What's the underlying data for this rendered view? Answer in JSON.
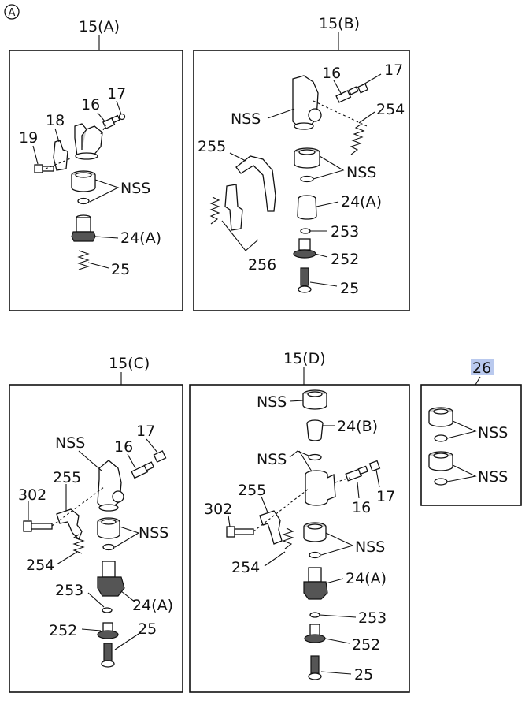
{
  "section_mark": "A",
  "highlight_color": "#b9c9ee",
  "panels": {
    "a": {
      "title": "15(A)",
      "labels": {
        "p17": "17",
        "p16": "16",
        "p18": "18",
        "p19": "19",
        "nss": "NSS",
        "p24a": "24(A)",
        "p25": "25"
      }
    },
    "b": {
      "title": "15(B)",
      "labels": {
        "p16": "16",
        "p17": "17",
        "nss1": "NSS",
        "p254": "254",
        "p255": "255",
        "nss2": "NSS",
        "p24a": "24(A)",
        "p253": "253",
        "p252": "252",
        "p256": "256",
        "p25": "25"
      }
    },
    "c": {
      "title": "15(C)",
      "labels": {
        "nss1": "NSS",
        "p17": "17",
        "p16": "16",
        "p255": "255",
        "p302": "302",
        "nss2": "NSS",
        "p254": "254",
        "p253": "253",
        "p24a": "24(A)",
        "p252": "252",
        "p25": "25"
      }
    },
    "d": {
      "title": "15(D)",
      "labels": {
        "nss1": "NSS",
        "p24b": "24(B)",
        "nss2": "NSS",
        "p255": "255",
        "p302": "302",
        "p16": "16",
        "p17": "17",
        "nss3": "NSS",
        "p254": "254",
        "p24a": "24(A)",
        "p253": "253",
        "p252": "252",
        "p25": "25"
      }
    },
    "e": {
      "title": "26",
      "labels": {
        "nss1": "NSS",
        "nss2": "NSS"
      }
    }
  }
}
